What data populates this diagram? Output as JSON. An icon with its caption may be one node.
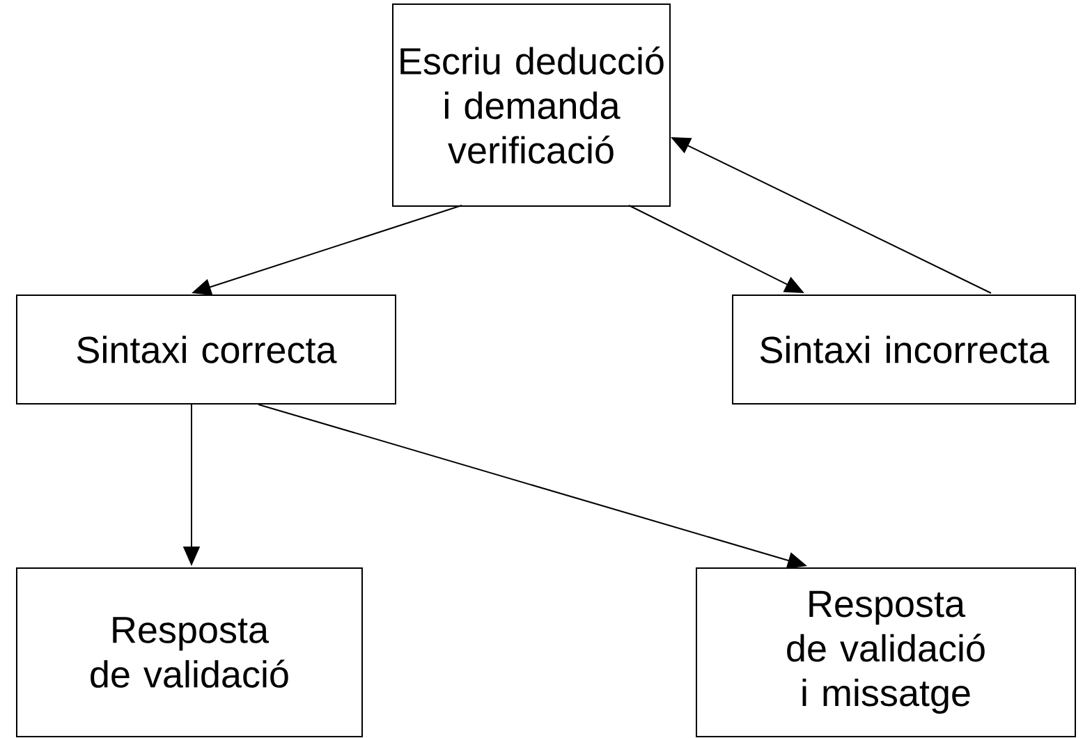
{
  "diagram": {
    "nodes": [
      {
        "text": [
          "Escriu deducció i demanda verificació"
        ]
      },
      {
        "text": [
          "Sintaxi correcta"
        ]
      },
      {
        "text": [
          "Sintaxi incorrecta"
        ]
      },
      {
        "text": [
          "Resposta de validació"
        ]
      },
      {
        "text": [
          "Resposta de validació i missatge"
        ]
      }
    ],
    "edges": [
      {
        "from": 0,
        "to": 1,
        "arrow": "to"
      },
      {
        "from": 0,
        "to": 2,
        "arrow": "to"
      },
      {
        "from": 2,
        "to": 0,
        "arrow": "to"
      },
      {
        "from": 1,
        "to": 3,
        "arrow": "to"
      },
      {
        "from": 1,
        "to": 4,
        "arrow": "to"
      }
    ]
  }
}
